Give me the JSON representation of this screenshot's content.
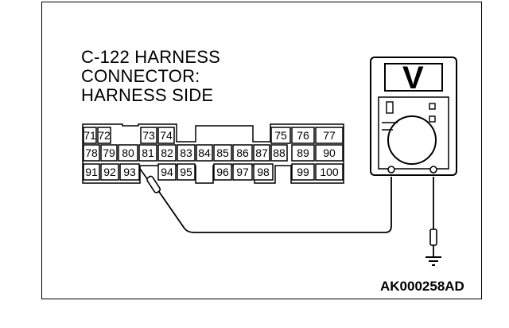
{
  "title": {
    "line1": "C-122 HARNESS",
    "line2": "CONNECTOR:",
    "line3": "HARNESS SIDE"
  },
  "reference_code": "AK000258AD",
  "connector": {
    "pins": [
      "71",
      "72",
      "73",
      "74",
      "75",
      "76",
      "77",
      "78",
      "79",
      "80",
      "81",
      "82",
      "83",
      "84",
      "85",
      "86",
      "87",
      "88",
      "89",
      "90",
      "91",
      "92",
      "93",
      "94",
      "95",
      "96",
      "97",
      "98",
      "99",
      "100"
    ],
    "probed_pin": "93"
  },
  "meter": {
    "display_symbol": "V"
  },
  "icons": [
    "voltmeter-icon",
    "probe-icon",
    "ground-icon"
  ]
}
